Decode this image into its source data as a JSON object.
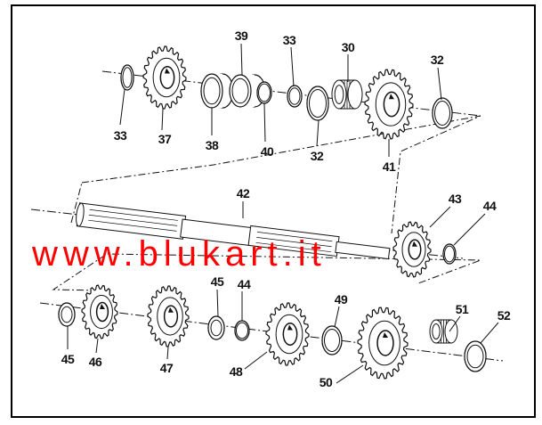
{
  "watermark": "www.blukart.it",
  "part_labels": [
    "33",
    "37",
    "38",
    "39",
    "40",
    "33",
    "32",
    "30",
    "41",
    "32",
    "42",
    "43",
    "44",
    "45",
    "46",
    "47",
    "45",
    "44",
    "48",
    "49",
    "50",
    "51",
    "52"
  ],
  "colors": {
    "line": "#111111",
    "watermark": "#ff0000",
    "frame": "#000000"
  }
}
